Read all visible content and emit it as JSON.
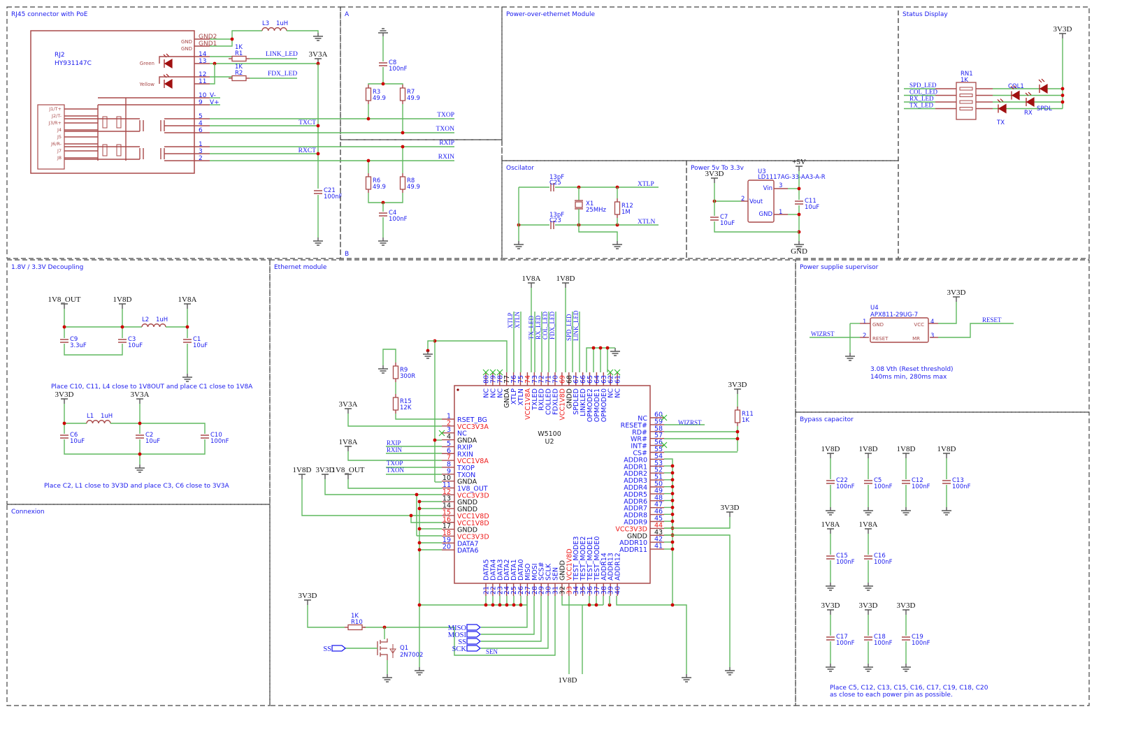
{
  "sections": {
    "rj45": "RJ45 connector with PoE",
    "a": "A",
    "b": "B",
    "poe": "Power-over-ethernet Module",
    "status": "Status Display",
    "osc": "Oscilator",
    "power": "Power 5v To 3.3v",
    "decoupling": "1.8V / 3.3V Decoupling",
    "connexion": "Connexion",
    "ethernet": "Ethernet module",
    "supervisor": "Power supplie supervisor",
    "bypass": "Bypass capacitor"
  },
  "rails": {
    "v3v3a": "3V3A",
    "v3v3d": "3V3D",
    "v1v8a": "1V8A",
    "v1v8d": "1V8D",
    "v1v8out": "1V8_OUT",
    "v5": "+5V",
    "gnd": "GND"
  },
  "nets": {
    "link_led": "LINK_LED",
    "fdx_led": "FDX_LED",
    "txop": "TXOP",
    "txon": "TXON",
    "txct": "TXCT",
    "rxip": "RXIP",
    "rxin": "RXIN",
    "rxct": "RXCT",
    "vminus": "V-",
    "vplus": "V+",
    "xtlp": "XTLP",
    "xtln": "XTLN",
    "tx_led": "TX_LED",
    "rx_led": "RX_LED",
    "col_led": "COL_LED",
    "spd_led": "SPD_LED",
    "wizrst": "WIZRST",
    "reset": "RESET",
    "miso": "MISO",
    "mosi": "MOSI",
    "ss": "SS",
    "sck": "SCK",
    "sen": "SEN"
  },
  "rj45": {
    "ref": "RJ2",
    "part": "HY931147C",
    "gnd_pin_label": "GND",
    "led_green": "Green",
    "led_yellow": "Yellow",
    "right_pins": [
      {
        "num": "",
        "name": "GND2"
      },
      {
        "num": "",
        "name": "GND1"
      },
      {
        "num": "14",
        "name": ""
      },
      {
        "num": "13",
        "name": ""
      },
      {
        "num": "12",
        "name": ""
      },
      {
        "num": "11",
        "name": ""
      },
      {
        "num": "10",
        "name": ""
      },
      {
        "num": "9",
        "name": ""
      },
      {
        "num": "5",
        "name": ""
      },
      {
        "num": "4",
        "name": ""
      },
      {
        "num": "6",
        "name": ""
      },
      {
        "num": "1",
        "name": ""
      },
      {
        "num": "3",
        "name": ""
      },
      {
        "num": "2",
        "name": ""
      }
    ],
    "left_pins": [
      "J1/T+",
      "J2/T-",
      "J3/R+",
      "J4",
      "J5",
      "J6/R-",
      "J7",
      "J8"
    ]
  },
  "components": {
    "L3": {
      "ref": "L3",
      "value": "1uH"
    },
    "R1": {
      "ref": "R1",
      "value": "1K"
    },
    "R2": {
      "ref": "R2",
      "value": "1K"
    },
    "C21": {
      "ref": "C21",
      "value": "100nF"
    },
    "C8": {
      "ref": "C8",
      "value": "100nF"
    },
    "R3": {
      "ref": "R3",
      "value": "49.9"
    },
    "R7": {
      "ref": "R7",
      "value": "49.9"
    },
    "R6": {
      "ref": "R6",
      "value": "49.9"
    },
    "R8": {
      "ref": "R8",
      "value": "49.9"
    },
    "C4": {
      "ref": "C4",
      "value": "100nF"
    },
    "C25": {
      "ref": "C25",
      "value": "13pF"
    },
    "C23": {
      "ref": "C23",
      "value": "13pF"
    },
    "X1": {
      "ref": "X1",
      "value": "25MHz"
    },
    "R12": {
      "ref": "R12",
      "value": "1M"
    },
    "C7": {
      "ref": "C7",
      "value": "10uF"
    },
    "C11": {
      "ref": "C11",
      "value": "10uF"
    },
    "C9": {
      "ref": "C9",
      "value": "3.3uF"
    },
    "C3": {
      "ref": "C3",
      "value": "10uF"
    },
    "C1": {
      "ref": "C1",
      "value": "10uF"
    },
    "L2": {
      "ref": "L2",
      "value": "1uH"
    },
    "L1": {
      "ref": "L1",
      "value": "1uH"
    },
    "C6": {
      "ref": "C6",
      "value": "10uF"
    },
    "C2": {
      "ref": "C2",
      "value": "10uF"
    },
    "C10": {
      "ref": "C10",
      "value": "100nF"
    },
    "R9": {
      "ref": "R9",
      "value": "300R"
    },
    "R15": {
      "ref": "R15",
      "value": "12K"
    },
    "R11": {
      "ref": "R11",
      "value": "1K"
    },
    "R10": {
      "ref": "R10",
      "value": "1K"
    },
    "C22": {
      "ref": "C22",
      "value": "100nF"
    },
    "C5": {
      "ref": "C5",
      "value": "100nF"
    },
    "C12": {
      "ref": "C12",
      "value": "100nF"
    },
    "C13": {
      "ref": "C13",
      "value": "100nF"
    },
    "C15": {
      "ref": "C15",
      "value": "100nF"
    },
    "C16": {
      "ref": "C16",
      "value": "100nF"
    },
    "C17": {
      "ref": "C17",
      "value": "100nF"
    },
    "C18": {
      "ref": "C18",
      "value": "100nF"
    },
    "C19": {
      "ref": "C19",
      "value": "100nF"
    }
  },
  "u3": {
    "ref": "U3",
    "part": "LD1117AG-33-AA3-A-R",
    "vin": "Vin",
    "vout": "Vout",
    "gnd": "GND",
    "p3": "3",
    "p2": "2",
    "p1": "1"
  },
  "u4": {
    "ref": "U4",
    "part": "APX811-29UG-7",
    "gnd": "GND",
    "reset": "RESET",
    "vcc": "VCC",
    "mr": "MR",
    "p1": "1",
    "p2": "2",
    "p3": "3",
    "p4": "4"
  },
  "rn1": {
    "ref": "RN1",
    "value": "1K"
  },
  "leds": {
    "col": "COL1",
    "spd": "SPDL",
    "rx": "RX",
    "tx": "TX"
  },
  "q1": {
    "ref": "Q1",
    "part": "2N7002"
  },
  "w5100": {
    "ref": "U2",
    "part": "W5100",
    "left": [
      [
        "1",
        "RSET_BG",
        "s"
      ],
      [
        "2",
        "VCC3V3A",
        "p"
      ],
      [
        "3",
        "NC",
        "s"
      ],
      [
        "4",
        "GNDA",
        "g"
      ],
      [
        "5",
        "RXIP",
        "s"
      ],
      [
        "6",
        "RXIN",
        "s"
      ],
      [
        "7",
        "VCC1V8A",
        "p"
      ],
      [
        "8",
        "TXOP",
        "s"
      ],
      [
        "9",
        "TXON",
        "s"
      ],
      [
        "10",
        "GNDA",
        "g"
      ],
      [
        "11",
        "1V8_OUT",
        "s"
      ],
      [
        "12",
        "VCC3V3D",
        "p"
      ],
      [
        "13",
        "GNDD",
        "g"
      ],
      [
        "14",
        "GNDD",
        "g"
      ],
      [
        "15",
        "VCC1V8D",
        "p"
      ],
      [
        "16",
        "VCC1V8D",
        "p"
      ],
      [
        "17",
        "GNDD",
        "g"
      ],
      [
        "18",
        "VCC3V3D",
        "p"
      ],
      [
        "19",
        "DATA7",
        "s"
      ],
      [
        "20",
        "DATA6",
        "s"
      ]
    ],
    "bottom": [
      [
        "21",
        "DATA5",
        "s"
      ],
      [
        "22",
        "DATA4",
        "s"
      ],
      [
        "23",
        "DATA3",
        "s"
      ],
      [
        "24",
        "DATA2",
        "s"
      ],
      [
        "25",
        "DATA1",
        "s"
      ],
      [
        "26",
        "DATA0",
        "s"
      ],
      [
        "27",
        "MISO",
        "s"
      ],
      [
        "28",
        "MOSI",
        "s"
      ],
      [
        "29",
        "SCS#",
        "s"
      ],
      [
        "30",
        "SCLK",
        "s"
      ],
      [
        "31",
        "SEN",
        "s"
      ],
      [
        "32",
        "GNDD",
        "g"
      ],
      [
        "33",
        "VCC1V8D",
        "p"
      ],
      [
        "34",
        "TEST_MODE3",
        "s"
      ],
      [
        "35",
        "TEST_MODE2",
        "s"
      ],
      [
        "36",
        "TEST_MODE1",
        "s"
      ],
      [
        "37",
        "TEST_MODE0",
        "s"
      ],
      [
        "38",
        "ADDR14",
        "s"
      ],
      [
        "39",
        "ADDR13",
        "s"
      ],
      [
        "40",
        "ADDR12",
        "s"
      ]
    ],
    "right": [
      [
        "60",
        "NC",
        "s"
      ],
      [
        "59",
        "RESET#",
        "s"
      ],
      [
        "58",
        "RD#",
        "s"
      ],
      [
        "57",
        "WR#",
        "s"
      ],
      [
        "56",
        "INT#",
        "s"
      ],
      [
        "55",
        "CS#",
        "s"
      ],
      [
        "54",
        "ADDR0",
        "s"
      ],
      [
        "53",
        "ADDR1",
        "s"
      ],
      [
        "52",
        "ADDR2",
        "s"
      ],
      [
        "51",
        "ADDR3",
        "s"
      ],
      [
        "50",
        "ADDR4",
        "s"
      ],
      [
        "49",
        "ADDR5",
        "s"
      ],
      [
        "48",
        "ADDR6",
        "s"
      ],
      [
        "47",
        "ADDR7",
        "s"
      ],
      [
        "46",
        "ADDR8",
        "s"
      ],
      [
        "45",
        "ADDR9",
        "s"
      ],
      [
        "44",
        "VCC3V3D",
        "p"
      ],
      [
        "43",
        "GNDD",
        "g"
      ],
      [
        "42",
        "ADDR10",
        "s"
      ],
      [
        "41",
        "ADDR11",
        "s"
      ]
    ],
    "top": [
      [
        "80",
        "NC",
        "s"
      ],
      [
        "79",
        "NC",
        "s"
      ],
      [
        "78",
        "NC",
        "s"
      ],
      [
        "77",
        "GNDA",
        "g"
      ],
      [
        "76",
        "XTLP",
        "s"
      ],
      [
        "75",
        "XTLN",
        "s"
      ],
      [
        "74",
        "VCC1V8A",
        "p"
      ],
      [
        "73",
        "TXLED",
        "s"
      ],
      [
        "72",
        "RXLED",
        "s"
      ],
      [
        "71",
        "COLLED",
        "s"
      ],
      [
        "70",
        "FDXLED",
        "s"
      ],
      [
        "69",
        "VCC1V8D",
        "p"
      ],
      [
        "68",
        "GNDD",
        "g"
      ],
      [
        "67",
        "SPDLED",
        "s"
      ],
      [
        "66",
        "LINKLED",
        "s"
      ],
      [
        "65",
        "OPMODE2",
        "s"
      ],
      [
        "64",
        "OPMODE1",
        "s"
      ],
      [
        "63",
        "OPMODE0",
        "s"
      ],
      [
        "62",
        "NC",
        "s"
      ],
      [
        "61",
        "NC",
        "s"
      ]
    ]
  },
  "notes": {
    "decoup1": "Place C10, C11, L4 close to 1V8OUT and place C1 close to 1V8A",
    "decoup2": "Place C2, L1 close to 3V3D and place C3, C6 close to 3V3A",
    "sup1": "3.08 Vth (Reset threshold)",
    "sup2": "140ms min, 280ms max",
    "bypass1": "Place C5, C12, C13, C15, C16, C17, C19, C18, C20",
    "bypass2": "as close to each power pin as possible."
  },
  "colors": {
    "wire": "#5fb85f",
    "symbol": "#a84848",
    "label": "#1a1aee",
    "power_pin": "#ee1a1a",
    "junction": "#cc0000",
    "ground": "#555555",
    "frame": "#444444"
  }
}
